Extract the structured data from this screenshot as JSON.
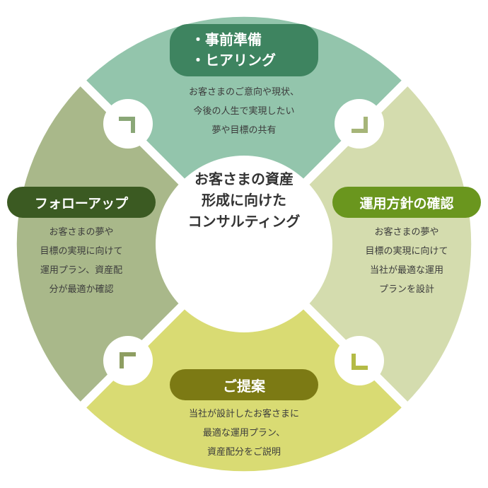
{
  "colors": {
    "top": "#93c5ac",
    "right": "#d4dcae",
    "bottom": "#d9db73",
    "left": "#a9b88a",
    "pill_top": "#3e8460",
    "pill_right": "#6a961e",
    "pill_bottom": "#7c7a14",
    "pill_left": "#3b5a22",
    "arrow_top_left": "#8aa777",
    "arrow_top_right": "#a6b578",
    "arrow_bottom_right": "#b4bb46",
    "arrow_bottom_left": "#8e9e62"
  },
  "center": {
    "lines": [
      "お客さまの資産",
      "形成に向けた",
      "コンサルティング"
    ]
  },
  "steps": {
    "top": {
      "title_lines": [
        "・事前準備",
        "・ヒアリング"
      ],
      "desc_lines": [
        "お客さまのご意向や現状、",
        "今後の人生で実現したい",
        "夢や目標の共有"
      ]
    },
    "right": {
      "title_lines": [
        "運用方針の確認"
      ],
      "desc_lines": [
        "お客さまの夢や",
        "目標の実現に向けて",
        "当社が最適な運用",
        "プランを設計"
      ]
    },
    "bottom": {
      "title_lines": [
        "ご提案"
      ],
      "desc_lines": [
        "当社が設計したお客さまに",
        "最適な運用プラン、",
        "資産配分をご説明"
      ]
    },
    "left": {
      "title_lines": [
        "フォローアップ"
      ],
      "desc_lines": [
        "お客さまの夢や",
        "目標の実現に向けて",
        "運用プラン、資産配",
        "分が最適か確認"
      ]
    }
  }
}
